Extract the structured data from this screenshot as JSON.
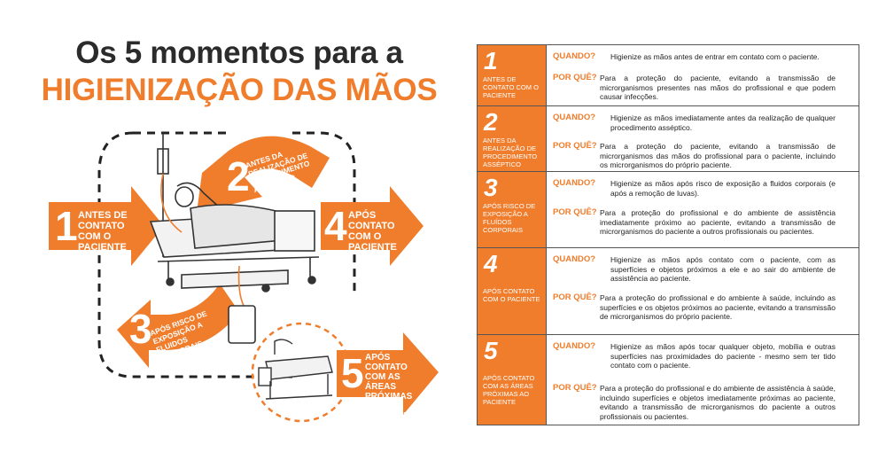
{
  "title": {
    "line1": "Os 5 momentos para a",
    "line2": "HIGIENIZAÇÃO DAS MÃOS"
  },
  "colors": {
    "accent": "#f07d2c",
    "dark": "#2b2b2b"
  },
  "arrows": [
    {
      "number": "1",
      "label": "ANTES DE CONTATO COM O PACIENTE"
    },
    {
      "number": "2",
      "label": "ANTES DA REALIZAÇÃO DE PROCEDIMENTO ASSÉPTICO"
    },
    {
      "number": "3",
      "label": "APÓS RISCO DE EXPOSIÇÃO A FLUIDOS CORPORAIS"
    },
    {
      "number": "4",
      "label": "APÓS CONTATO COM O PACIENTE"
    },
    {
      "number": "5",
      "label": "APÓS CONTATO COM AS ÁREAS PRÓXIMAS AO PACIENTE"
    }
  ],
  "table": {
    "quando_label": "QUANDO?",
    "porque_label": "POR QUÊ?",
    "rows": [
      {
        "number": "1",
        "label": "ANTES DE CONTATO COM O PACIENTE",
        "quando": "Higienize as mãos antes de entrar em contato com o paciente.",
        "porque": "Para a proteção do paciente, evitando a transmissão de microrganismos presentes nas mãos do profissional e que podem causar infecções."
      },
      {
        "number": "2",
        "label": "ANTES DA REALIZAÇÃO DE PROCEDIMENTO ASSÉPTICO",
        "quando": "Higienize as mãos imediatamente antes da realização de qualquer procedimento asséptico.",
        "porque": "Para a proteção do paciente, evitando a transmissão de microrganismos das mãos do profissional para o paciente, incluindo os microrganismos do próprio paciente."
      },
      {
        "number": "3",
        "label": "APÓS RISCO DE EXPOSIÇÃO A FLUÍDOS CORPORAIS",
        "quando": "Higienize as mãos após risco de exposição a fluidos corporais (e após a remoção de luvas).",
        "porque": "Para a proteção do profissional e do ambiente de assistência imediatamente próximo ao paciente, evitando a transmissão de microrganismos do paciente a outros profissionais ou pacientes."
      },
      {
        "number": "4",
        "label": "APÓS CONTATO COM O PACIENTE",
        "quando": "Higienize as mãos após contato com o paciente, com as superfícies e objetos próximos a ele e ao sair do ambiente de assistência ao paciente.",
        "porque": "Para a proteção do profissional e do ambiente à saúde, incluindo as superfícies e os objetos próximos ao paciente, evitando a transmissão de microrganismos do próprio paciente."
      },
      {
        "number": "5",
        "label": "APÓS CONTATO COM AS ÁREAS PRÓXIMAS AO PACIENTE",
        "quando": "Higienize as mãos após tocar qualquer objeto, mobília e outras superfícies nas proximidades do paciente - mesmo sem ter tido contato com o paciente.",
        "porque": "Para a proteção do profissional e do ambiente de assistência à saúde, incluindo superfícies e objetos imediatamente próximas ao paciente, evitando a transmissão de microrganismos do paciente a outros profissionais ou pacientes."
      }
    ]
  }
}
